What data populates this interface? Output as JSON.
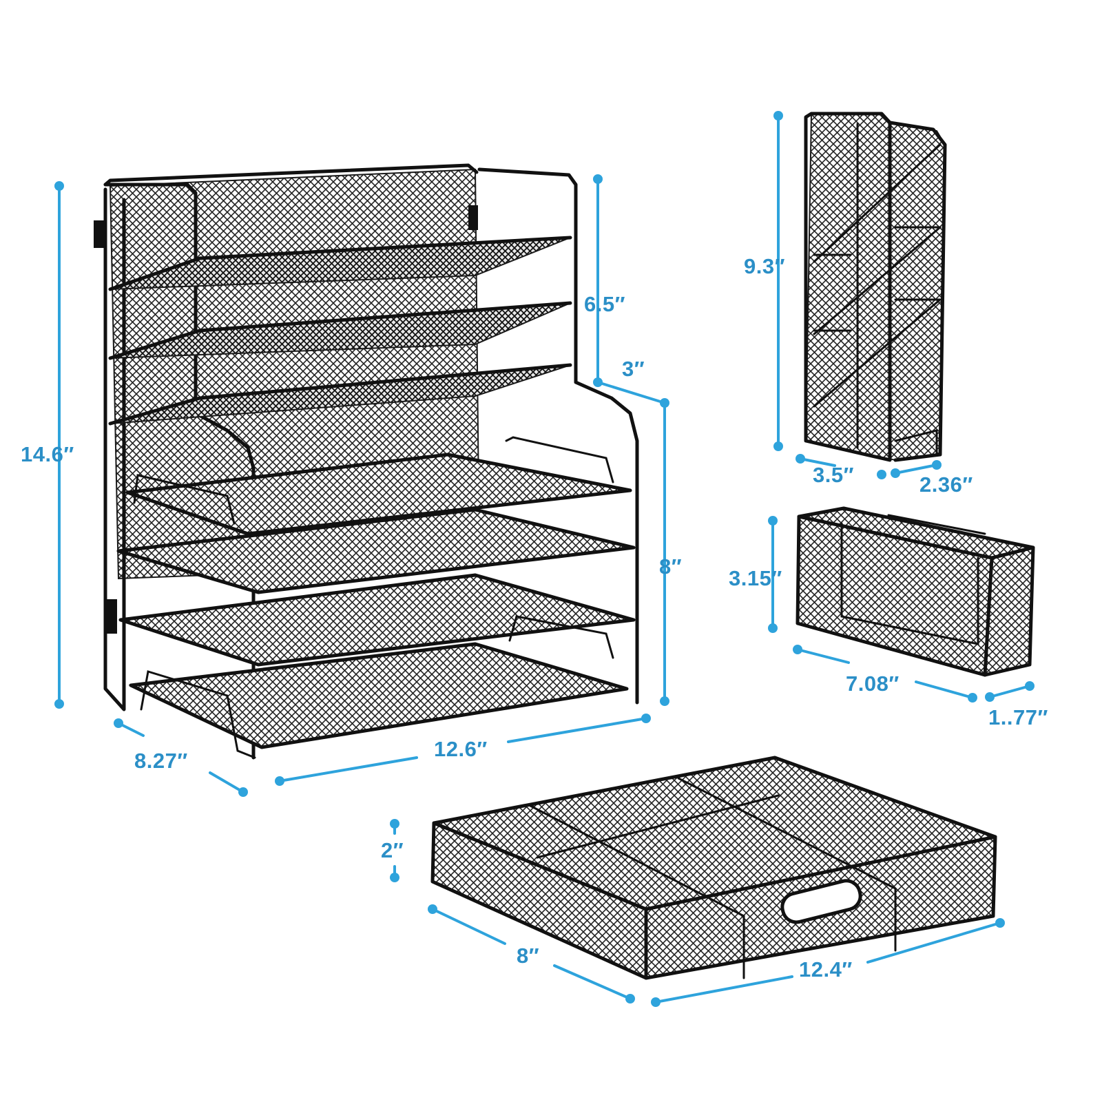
{
  "diagram": {
    "components": [
      {
        "name": "file-organizer",
        "dimensions": {
          "height_total": "14.6″",
          "height_top": "6.5″",
          "step": "3″",
          "height_bottom": "8″",
          "width": "12.6″",
          "depth": "8.27″"
        }
      },
      {
        "name": "file-holder",
        "dimensions": {
          "height": "9.3″",
          "width": "3.5″",
          "depth": "2.36″"
        }
      },
      {
        "name": "pencil-holder",
        "dimensions": {
          "height": "3.15″",
          "length": "7.08″",
          "depth": "1..77″"
        }
      },
      {
        "name": "drawer",
        "dimensions": {
          "height": "2″",
          "depth": "8″",
          "width": "12.4″"
        }
      }
    ],
    "colors": {
      "dimension": "#2ea3dc",
      "dimension_text": "#2b8fc7",
      "product": "#111111"
    }
  }
}
